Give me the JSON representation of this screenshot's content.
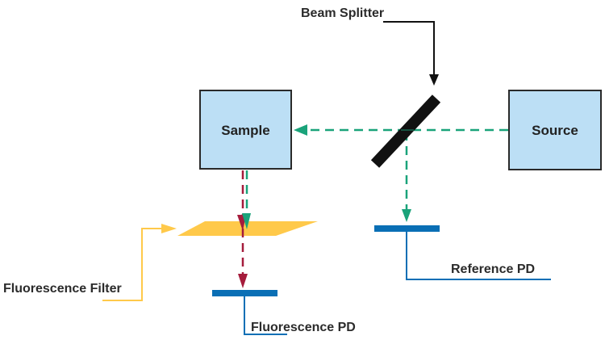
{
  "labels": {
    "beam_splitter": "Beam Splitter",
    "sample": "Sample",
    "source": "Source",
    "fluorescence_filter": "Fluorescence Filter",
    "reference_pd": "Reference PD",
    "fluorescence_pd": "Fluorescence PD"
  },
  "colors": {
    "box_fill": "#bcdff5",
    "box_stroke": "#2a2a2a",
    "excitation_beam": "#1aa37a",
    "fluorescence_beam": "#a51c3c",
    "filter": "#ffc94a",
    "filter_leader": "#ffc94a",
    "photodiode": "#0a6fb5",
    "splitter": "#111111",
    "leader_line": "#111111"
  }
}
